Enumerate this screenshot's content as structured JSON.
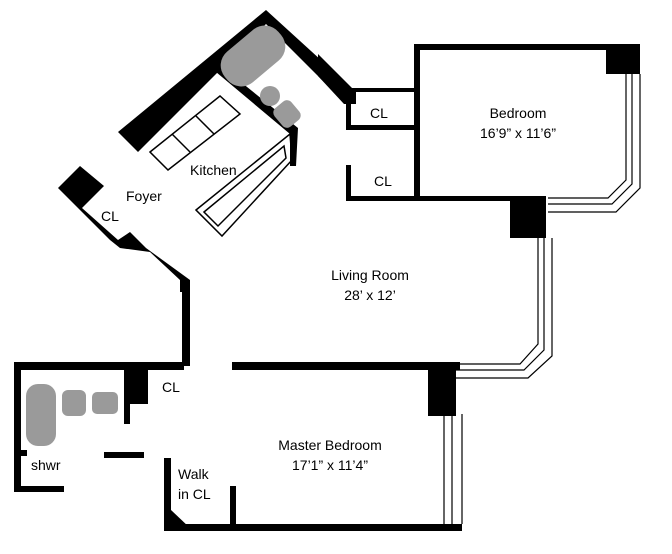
{
  "rooms": {
    "bedroom": {
      "name": "Bedroom",
      "dims": "16’9” x 11’6”"
    },
    "living": {
      "name": "Living Room",
      "dims": "28’ x 12’"
    },
    "master": {
      "name": "Master Bedroom",
      "dims": "17’1” x 11’4”"
    },
    "kitchen": {
      "name": "Kitchen"
    },
    "foyer": {
      "name": "Foyer"
    },
    "closets": {
      "cl_foyer": "CL",
      "cl_top": "CL",
      "cl_mid": "CL",
      "cl_master": "CL"
    },
    "walk_in": {
      "line1": "Walk",
      "line2": "in CL"
    },
    "shower": "shwr"
  },
  "colors": {
    "wall": "#000000",
    "fixture": "#9a9a9a"
  }
}
